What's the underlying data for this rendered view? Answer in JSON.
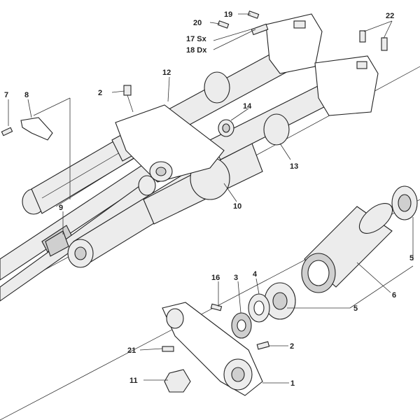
{
  "diagram": {
    "type": "exploded-parts-view",
    "callouts": {
      "c1": "1",
      "c2a": "2",
      "c2b": "2",
      "c3": "3",
      "c4": "4",
      "c5a": "5",
      "c5b": "5",
      "c6": "6",
      "c7": "7",
      "c8": "8",
      "c9": "9",
      "c10": "10",
      "c11": "11",
      "c12": "12",
      "c13": "13",
      "c14": "14",
      "c16": "16",
      "c17": "17 Sx",
      "c18": "18 Dx",
      "c19": "19",
      "c20": "20",
      "c21": "21",
      "c22": "22"
    }
  }
}
